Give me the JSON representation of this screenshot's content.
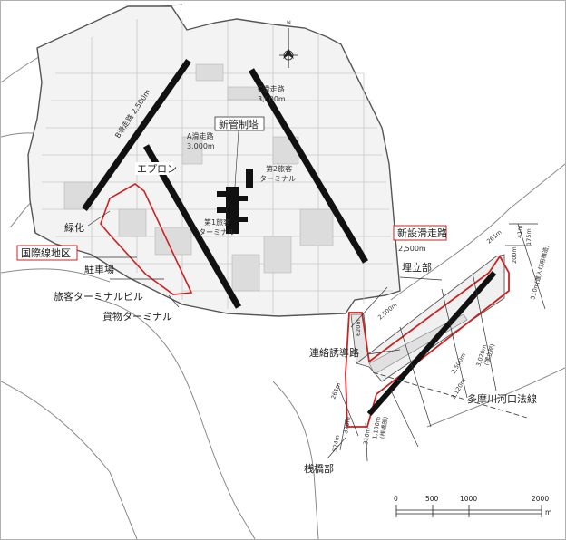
{
  "map": {
    "north_label": "N",
    "runways": {
      "c_name": "C滑走路",
      "c_length": "3,000m",
      "b_name": "B滑走路",
      "b_length": "2,500m",
      "a_name": "A滑走路",
      "a_length": "3,000m"
    },
    "labels": {
      "new_tower": "新管制塔",
      "apron": "エプロン",
      "terminal2_line1": "第2旅客",
      "terminal2_line2": "ターミナル",
      "terminal1_line1": "第1旅客",
      "terminal1_line2": "ターミナル",
      "greening": "緑化",
      "international_area": "国際線地区",
      "parking": "駐車場",
      "passenger_terminal_building": "旅客ターミナルビル",
      "cargo_terminal": "貨物ターミナル",
      "new_runway_name": "新設滑走路",
      "new_runway_length": "2,500m",
      "reclaimed_part": "埋立部",
      "connecting_taxiway": "連絡誘導路",
      "tama_river_line": "多摩川河口法線",
      "pier_part": "桟橋部"
    },
    "dimensions": {
      "d_2500m_taxi": "2,500m",
      "d_620m": "620m",
      "d_261m_top": "261m",
      "d_2500m_mid": "2,500m",
      "d_3020m": "3,020m",
      "d_3020m_sub": "(埋立部)",
      "d_3120m": "3,120m",
      "d_510m": "510m",
      "d_510m_sub": "(進入灯用構造)",
      "d_261m_bottom": "261m",
      "d_320m": "320m",
      "d_524m": "524m",
      "d_1100m": "1,100m",
      "d_1100m_sub": "(桟橋部)",
      "d_310m": "310m",
      "d_41m": "41m",
      "d_175m": "175m",
      "d_200m": "200m"
    },
    "scale": {
      "t0": "0",
      "t500": "500",
      "t1000": "1000",
      "t2000": "2000",
      "unit": "m"
    },
    "colors": {
      "runway": "#111111",
      "highlight_outline": "#cc2222",
      "land_outline": "#555555",
      "coast": "#7a7a7a"
    }
  }
}
